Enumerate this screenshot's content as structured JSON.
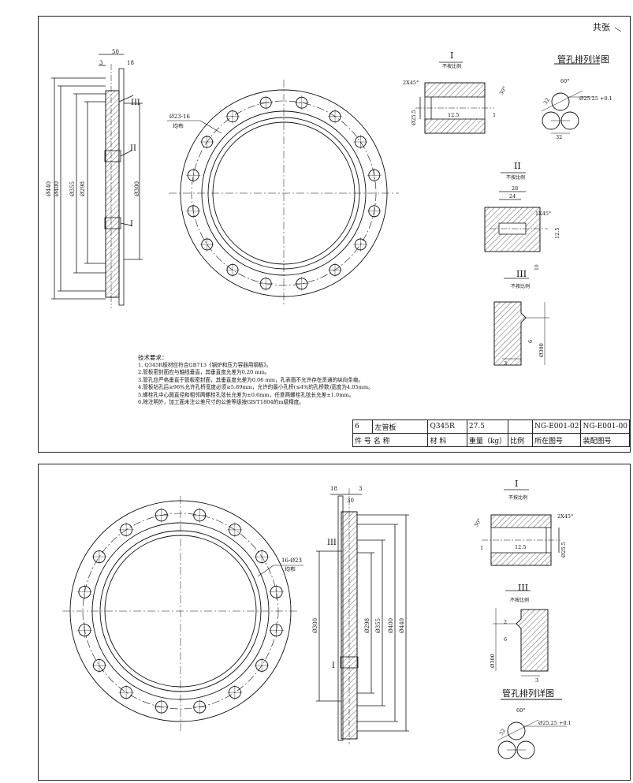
{
  "sheet1": {
    "page_label": "共张",
    "detail_I": {
      "title": "I",
      "subtitle": "不按比例",
      "chamfer": "2X45°",
      "dia": "Ø25.5",
      "rough": "12.5",
      "angle": "30°",
      "one": "1"
    },
    "detail_II": {
      "title": "II",
      "subtitle": "不按比例",
      "d28": "28",
      "d24": "24",
      "chamfer": "1X45°",
      "rough": "12.5",
      "depth": "10"
    },
    "detail_III": {
      "title": "III",
      "subtitle": "不按比例",
      "d3": "3",
      "d6": "6",
      "dia": "Ø300"
    },
    "hole_layout": {
      "title": "管孔排列详图",
      "angle": "60°",
      "d32a": "32",
      "d32b": "32",
      "dia": "Ø25.25 +0.1"
    },
    "bolt_holes": {
      "spec": "Ø23-16",
      "note": "均布"
    },
    "section": {
      "d50": "50",
      "d3": "3",
      "d18": "18",
      "d440": "Ø440",
      "d400": "Ø400",
      "d355": "Ø355",
      "d298": "Ø298",
      "d300": "Ø300",
      "lbl_I": "I",
      "lbl_II": "II",
      "lbl_III": "III"
    },
    "notes": {
      "heading": "技术要求：",
      "items": [
        "1. Q345R板材应符合GB713《锅炉和压力容器用钢板》。",
        "2.管板密封面应与轴线垂直，其垂直度允差为0.20 mm。",
        "3.管孔应严格垂直于管板密封面，其垂直度允差为0.06 mm，孔表面不允许存在贯通的纵向条痕。",
        "4.管板钻孔后≥96%允许孔桥宽度必须≥5.89mm，允许的最小孔桥(≤4%的孔桥数)宽度为4.05mm。",
        "5.螺栓孔中心圆直径和相邻两螺栓孔弦长允差为±0.6mm，任意两螺栓孔弦长允差±1.0mm。",
        "6.除注明外，加工面未注公差尺寸的公差等级按GB/T1804的m级精度。"
      ]
    },
    "title_block": {
      "row1": [
        "6",
        "左管板",
        "Q345R",
        "27.5",
        "",
        "NG-E001-02",
        "NG-E001-00"
      ],
      "row2": [
        "件  号  名      称",
        "材   料",
        "重量（kg）",
        "比例",
        "所在图号",
        "装配图号"
      ]
    }
  },
  "sheet2": {
    "detail_I": {
      "title": "I",
      "subtitle": "不按比例",
      "chamfer": "2X45°",
      "dia": "Ø25.5",
      "rough": "12.5",
      "angle": "30°",
      "one": "1"
    },
    "detail_III": {
      "title": "III",
      "subtitle": "不按比例",
      "d2": "2",
      "d6": "6",
      "d3": "3",
      "dia": "Ø300"
    },
    "hole_layout": {
      "title": "管孔排列详图",
      "angle": "60°",
      "d32": "32",
      "dia": "Ø25.25 +0.1"
    },
    "bolt_holes": {
      "spec": "16-Ø23",
      "note": "均布"
    },
    "section": {
      "d18": "18",
      "d3": "3",
      "d30": "30",
      "d300": "Ø300",
      "d298": "Ø298",
      "d355": "Ø355",
      "d400": "Ø400",
      "d440": "Ø440",
      "lbl_I": "I",
      "lbl_III": "III"
    }
  }
}
